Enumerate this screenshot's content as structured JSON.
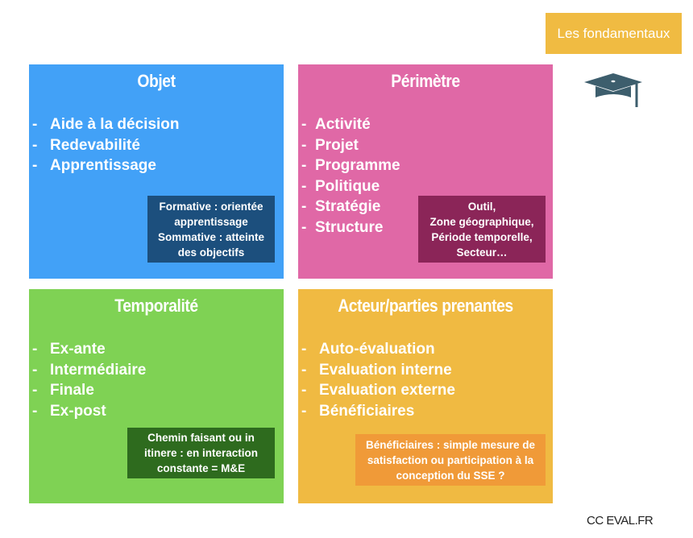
{
  "header": {
    "badge_label": "Les fondamentaux",
    "icon": "graduation-cap-icon"
  },
  "colors": {
    "objet": "#42a1f7",
    "objet_note": "#1c4f7d",
    "perimetre": "#e068a6",
    "perimetre_note": "#8b2558",
    "temporalite": "#7fd254",
    "temporalite_note": "#2e6b1e",
    "acteur": "#f0ba42",
    "acteur_note": "#f09a38",
    "badge": "#f0bb42",
    "cap": "#3d5e6d"
  },
  "quadrants": {
    "objet": {
      "title": "Objet",
      "items": [
        "Aide à la décision",
        "Redevabilité",
        "Apprentissage"
      ],
      "note": [
        "Formative : orientée",
        "apprentissage",
        "Sommative : atteinte",
        "des objectifs"
      ]
    },
    "perimetre": {
      "title": "Périmètre",
      "items": [
        "Activité",
        "Projet",
        "Programme",
        "Politique",
        "Stratégie",
        "Structure"
      ],
      "note": [
        "Outil,",
        "Zone géographique,",
        "Période temporelle,",
        "Secteur…"
      ]
    },
    "temporalite": {
      "title": "Temporalité",
      "items": [
        "Ex-ante",
        "Intermédiaire",
        "Finale",
        "Ex-post"
      ],
      "note": [
        "Chemin faisant ou in",
        "itinere : en interaction",
        "constante = M&E"
      ]
    },
    "acteur": {
      "title": "Acteur/parties prenantes",
      "items": [
        "Auto-évaluation",
        "Evaluation interne",
        "Evaluation externe",
        "Bénéficiaires"
      ],
      "note": [
        "Bénéficiaires : simple mesure de",
        "satisfaction ou participation à la",
        "conception du SSE ?"
      ]
    }
  },
  "dash": "-",
  "footer": {
    "credit": "CC EVAL.FR"
  }
}
